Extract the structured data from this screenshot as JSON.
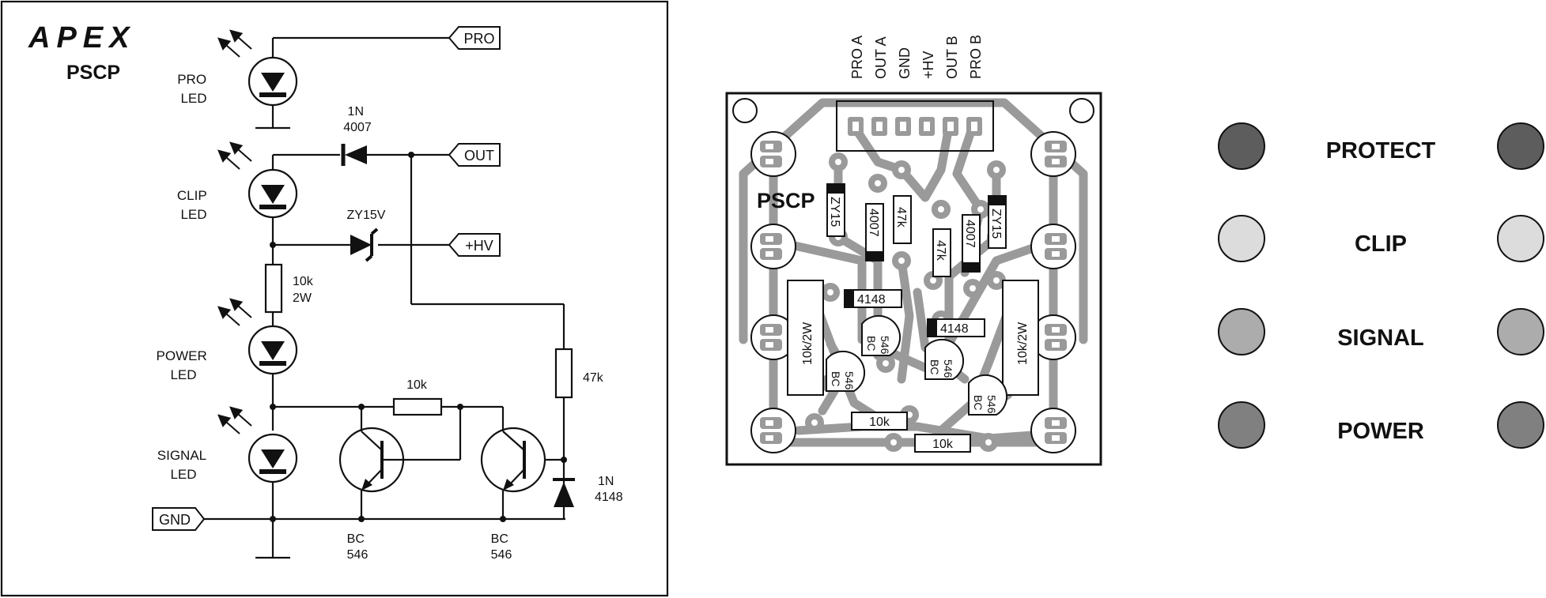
{
  "schematic": {
    "logo_text": "APEX",
    "board_name": "PSCP",
    "ports": {
      "pro": "PRO",
      "out": "OUT",
      "hv": "+HV",
      "gnd": "GND"
    },
    "led_labels": {
      "pro": [
        "PRO",
        "LED"
      ],
      "clip": [
        "CLIP",
        "LED"
      ],
      "power": [
        "POWER",
        "LED"
      ],
      "signal": [
        "SIGNAL",
        "LED"
      ]
    },
    "parts": {
      "d1": [
        "1N",
        "4007"
      ],
      "zener": "ZY15V",
      "r_10k_2w": [
        "10k",
        "2W"
      ],
      "r_10k": "10k",
      "r_47k": "47k",
      "d2": [
        "1N",
        "4148"
      ],
      "q1": [
        "BC",
        "546"
      ],
      "q2": [
        "BC",
        "546"
      ]
    }
  },
  "pcb": {
    "board_label": "PSCP",
    "connector_pins": [
      "PRO A",
      "OUT A",
      "GND",
      "+HV",
      "OUT B",
      "PRO B"
    ],
    "components": {
      "zener_a": "ZY15",
      "zener_b": "ZY15",
      "diode_a": "4007",
      "diode_b": "4007",
      "res_47k_a": "47k",
      "res_47k_b": "47k",
      "sig_diode_a": "4148",
      "sig_diode_b": "4148",
      "res_2w_a": "10k/2W",
      "res_2w_b": "10k/2W",
      "transistor": [
        "BC",
        "546"
      ],
      "res_10k_a": "10k",
      "res_10k_b": "10k"
    }
  },
  "legend": {
    "items": [
      {
        "label": "PROTECT",
        "color": "#5d5d5d"
      },
      {
        "label": "CLIP",
        "color": "#dcdcdc"
      },
      {
        "label": "SIGNAL",
        "color": "#acacac"
      },
      {
        "label": "POWER",
        "color": "#808080"
      }
    ]
  }
}
